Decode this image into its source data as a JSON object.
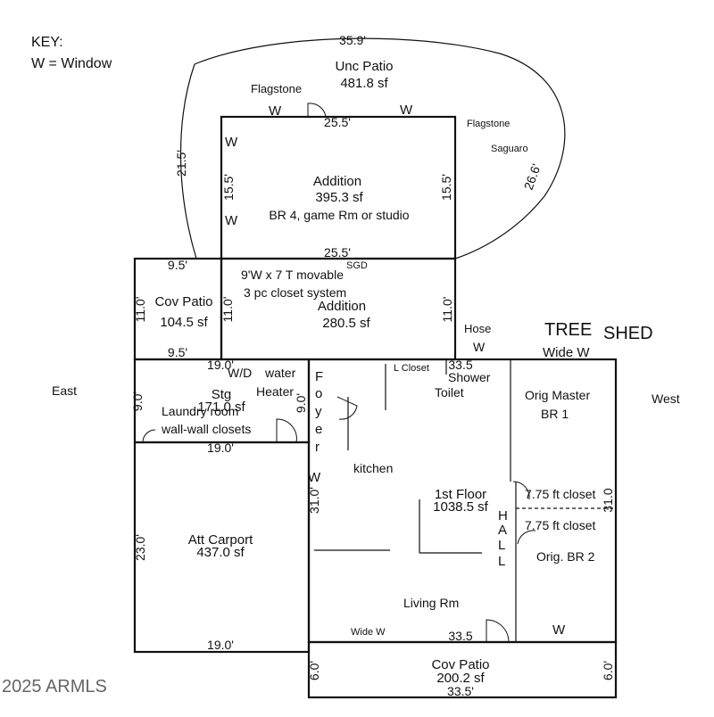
{
  "key": {
    "title": "KEY:",
    "legend": "W = Window"
  },
  "copyright": "2025 ARMLS",
  "compass": {
    "east": "East",
    "west": "West"
  },
  "exterior": {
    "tree": "TREE",
    "shed": "SHED",
    "hose": "Hose",
    "hose_window": "W",
    "flagstone_left": "Flagstone",
    "flagstone_right": "Flagstone",
    "saguaro": "Saguaro"
  },
  "unc_patio": {
    "name": "Unc Patio",
    "area": "481.8 sf",
    "dim_top": "35.9'",
    "dim_left": "21.5'",
    "dim_right": "26.6'"
  },
  "addition_upper": {
    "name": "Addition",
    "area": "395.3 sf",
    "use": "BR 4, game Rm or studio",
    "dim_top": "25.5'",
    "dim_bottom": "25.5'",
    "dim_left": "15.5'",
    "dim_right": "15.5'",
    "window_top_1": "W",
    "window_top_2": "W",
    "window_left_1": "W",
    "window_left_2": "W"
  },
  "addition_lower": {
    "name": "Addition",
    "area": "280.5 sf",
    "dim_left": "11.0'",
    "dim_right": "11.0'",
    "sgd": "SGD",
    "closet_line1": "9'W x 7 T movable",
    "closet_line2": "3 pc closet system"
  },
  "cov_patio_east": {
    "name": "Cov Patio",
    "area": "104.5 sf",
    "dim_top": "9.5'",
    "dim_bottom": "9.5'",
    "dim_left": "11.0'"
  },
  "storage": {
    "name": "Stg",
    "area": "171.0 sf",
    "laundry": "Laundry room",
    "closets": "wall-wall closets",
    "wd": "W/D",
    "water": "water",
    "heater": "Heater",
    "dim_top": "19.0'",
    "dim_bottom": "19.0'",
    "dim_left": "9.0'",
    "dim_right": "9.0'"
  },
  "carport": {
    "name": "Att Carport",
    "area": "437.0 sf",
    "dim_left": "23.0'",
    "dim_bottom": "19.0'"
  },
  "first_floor": {
    "name": "1st Floor",
    "area": "1038.5 sf",
    "dim_top": "33.5",
    "dim_bottom": "33.5",
    "dim_left": "31.0'",
    "dim_right": "31.0",
    "foyer": [
      "F",
      "o",
      "y",
      "e",
      "r"
    ],
    "hall": [
      "H",
      "A",
      "L",
      "L"
    ],
    "kitchen": "kitchen",
    "living": "Living Rm",
    "shower": "Shower",
    "toilet": "Toilet",
    "l_closet": "L Closet",
    "master": "Orig Master",
    "br1": "BR 1",
    "br2": "Orig. BR 2",
    "closet1": "7.75 ft closet",
    "closet2": "7.75 ft closet",
    "wide_w_top": "Wide W",
    "wide_w_bottom": "Wide W",
    "window_living": "W",
    "window_kitchen": "W"
  },
  "cov_patio_west": {
    "name": "Cov Patio",
    "area": "200.2 sf",
    "dim_bottom": "33.5'",
    "dim_left": "6.0'",
    "dim_right": "6.0'"
  }
}
